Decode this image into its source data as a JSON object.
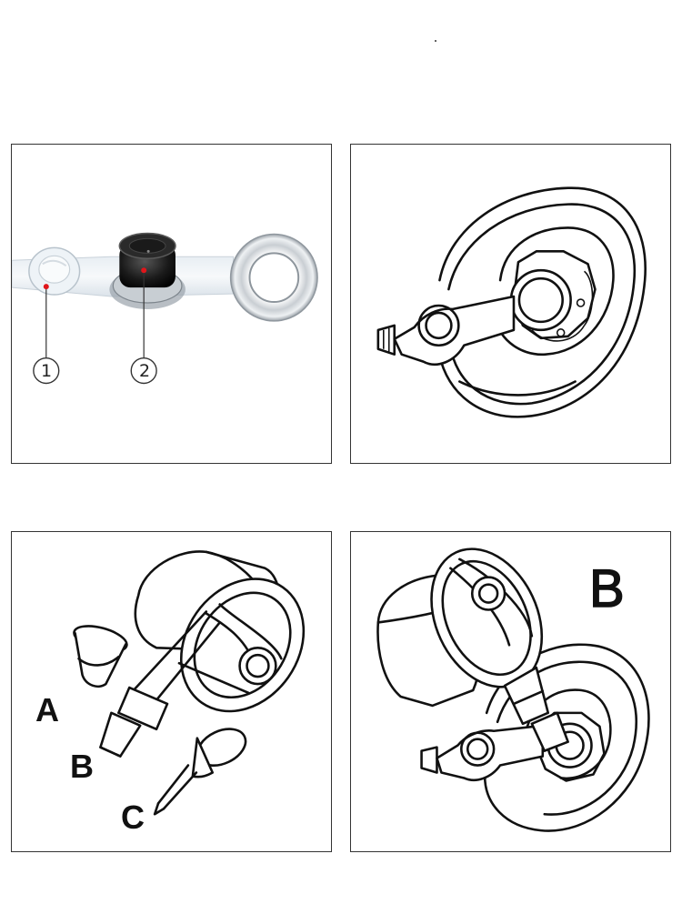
{
  "panels": [
    {
      "callouts": [
        "①",
        "②"
      ]
    },
    {
      "callouts": []
    },
    {
      "part_labels": [
        "A",
        "B",
        "C"
      ]
    },
    {
      "big_label": "B"
    }
  ],
  "colors": {
    "line": "#111111",
    "marker": "#e0161b",
    "frame": "#333333"
  }
}
